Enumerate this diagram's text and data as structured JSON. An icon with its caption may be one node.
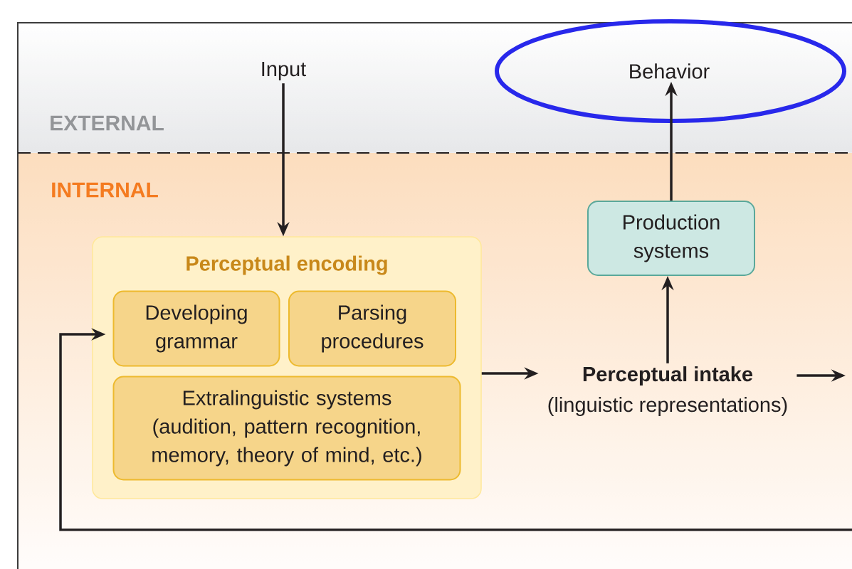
{
  "diagram": {
    "nodes": [
      {
        "text": [
          "Input"
        ]
      },
      {
        "text": [
          "Behavior"
        ]
      },
      {
        "text": [
          "Perceptual encoding"
        ]
      },
      {
        "text": [
          "Developing grammar"
        ],
        "in": 2
      },
      {
        "text": [
          "Parsing procedures"
        ],
        "in": 2
      },
      {
        "text": [
          "Extralinguistic systems (audition, pattern recognition, memory, theory of mind, etc.)"
        ],
        "in": 2
      },
      {
        "text": [
          "Production systems"
        ]
      },
      {
        "text": [
          "Perceptual intake",
          "(linguistic representations)"
        ]
      }
    ],
    "edges": [
      {
        "from": 0,
        "to": 2,
        "arrow": "to"
      },
      {
        "from": 2,
        "to": 7,
        "arrow": "to"
      },
      {
        "from": 7,
        "to": 6,
        "arrow": "to"
      },
      {
        "from": 6,
        "to": 1,
        "arrow": "to"
      },
      {
        "from": 7,
        "to": null,
        "arrow": "to"
      },
      {
        "from": null,
        "to": 3,
        "arrow": "to"
      }
    ],
    "labels": [
      "EXTERNAL",
      "INTERNAL"
    ]
  }
}
